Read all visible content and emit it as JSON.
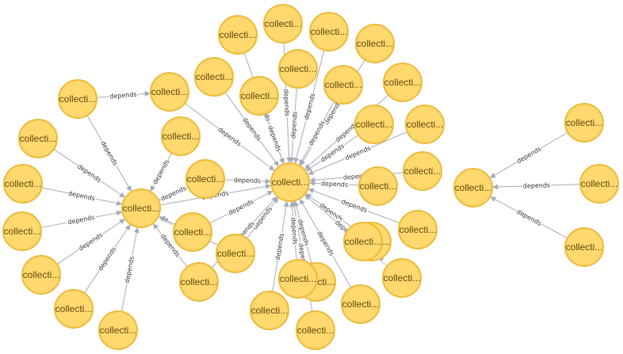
{
  "graph": {
    "node_label": "collecti...",
    "edge_label": "depends",
    "edge_label_short": "de...",
    "colors": {
      "node_fill": "#ffd86e",
      "node_stroke": "#edba39",
      "node_text": "#604a0e",
      "edge": "#a5abb6",
      "edge_text": "#333333"
    },
    "nodes": [
      {
        "id": "hubA",
        "label": "collecti..."
      },
      {
        "id": "hubB",
        "label": "collecti..."
      },
      {
        "id": "hubC",
        "label": "collecti..."
      },
      {
        "id": "n1",
        "label": "collecti..."
      },
      {
        "id": "n2",
        "label": "collecti..."
      },
      {
        "id": "n3",
        "label": "collecti..."
      },
      {
        "id": "n4",
        "label": "collecti..."
      },
      {
        "id": "n5",
        "label": "collecti..."
      },
      {
        "id": "n6",
        "label": "collecti..."
      },
      {
        "id": "n7",
        "label": "collecti..."
      },
      {
        "id": "n8",
        "label": "collecti..."
      },
      {
        "id": "n9",
        "label": "collecti..."
      },
      {
        "id": "n10",
        "label": "collecti..."
      },
      {
        "id": "n11",
        "label": "collecti..."
      },
      {
        "id": "n12",
        "label": "collecti..."
      },
      {
        "id": "n13",
        "label": "collecti..."
      },
      {
        "id": "n14",
        "label": "collecti..."
      },
      {
        "id": "n15",
        "label": "collecti..."
      },
      {
        "id": "n16",
        "label": "collecti..."
      },
      {
        "id": "n17",
        "label": "collecti..."
      },
      {
        "id": "n18",
        "label": "collecti..."
      },
      {
        "id": "n19",
        "label": "collecti..."
      },
      {
        "id": "n20",
        "label": "collecti..."
      },
      {
        "id": "n21",
        "label": "collecti..."
      },
      {
        "id": "n22",
        "label": "collecti..."
      },
      {
        "id": "n23",
        "label": "collecti..."
      },
      {
        "id": "n24",
        "label": "collecti..."
      },
      {
        "id": "n25",
        "label": "collecti..."
      },
      {
        "id": "n26",
        "label": "collecti..."
      },
      {
        "id": "n27",
        "label": "collecti..."
      },
      {
        "id": "n28",
        "label": "collecti..."
      },
      {
        "id": "n29",
        "label": "collecti..."
      },
      {
        "id": "n30",
        "label": "collecti..."
      },
      {
        "id": "n31",
        "label": "collecti..."
      },
      {
        "id": "n32",
        "label": "collecti..."
      },
      {
        "id": "n33",
        "label": "collecti..."
      },
      {
        "id": "n34",
        "label": "collecti..."
      },
      {
        "id": "n35",
        "label": "collecti..."
      },
      {
        "id": "n36",
        "label": "collecti..."
      },
      {
        "id": "n37",
        "label": "collecti..."
      },
      {
        "id": "n38",
        "label": "collecti..."
      }
    ],
    "edges": [
      {
        "from": "n1",
        "to": "n4",
        "label": "depends"
      },
      {
        "from": "n1",
        "to": "hubA",
        "label": "depends"
      },
      {
        "from": "n2",
        "to": "hubA",
        "label": "depends"
      },
      {
        "from": "n3",
        "to": "hubA",
        "label": "depends"
      },
      {
        "from": "n5",
        "to": "hubA",
        "label": "depends"
      },
      {
        "from": "n6",
        "to": "hubA",
        "label": "depends"
      },
      {
        "from": "n7",
        "to": "hubA",
        "label": "depends"
      },
      {
        "from": "n8",
        "to": "hubA",
        "label": "depends"
      },
      {
        "from": "n9",
        "to": "hubA",
        "label": "depends"
      },
      {
        "from": "n15",
        "to": "hubA",
        "label": "depends"
      },
      {
        "from": "n16",
        "to": "hubA",
        "label": "de..."
      },
      {
        "from": "n17",
        "to": "hubA",
        "label": "depends"
      },
      {
        "from": "n18",
        "to": "hubA",
        "label": "depends"
      },
      {
        "from": "hubA",
        "to": "hubB",
        "label": "depends"
      },
      {
        "from": "n4",
        "to": "hubB",
        "label": "depends"
      },
      {
        "from": "n10",
        "to": "hubB",
        "label": "depends"
      },
      {
        "from": "n11",
        "to": "hubB",
        "label": "depends"
      },
      {
        "from": "n12",
        "to": "hubB",
        "label": "depends"
      },
      {
        "from": "n13",
        "to": "hubB",
        "label": "depends"
      },
      {
        "from": "n14",
        "to": "hubB",
        "label": "depends"
      },
      {
        "from": "n15",
        "to": "hubB",
        "label": "depends"
      },
      {
        "from": "n16",
        "to": "hubB",
        "label": "depends"
      },
      {
        "from": "n17",
        "to": "hubB",
        "label": "depends"
      },
      {
        "from": "n18",
        "to": "hubB",
        "label": "depends"
      },
      {
        "from": "n19",
        "to": "hubB",
        "label": "depends"
      },
      {
        "from": "n20",
        "to": "hubB",
        "label": "depends"
      },
      {
        "from": "n21",
        "to": "hubB",
        "label": "depends"
      },
      {
        "from": "n22",
        "to": "hubB",
        "label": "depends"
      },
      {
        "from": "n23",
        "to": "hubB",
        "label": "depends"
      },
      {
        "from": "n24",
        "to": "hubB",
        "label": "depends"
      },
      {
        "from": "n25",
        "to": "hubB",
        "label": "depends"
      },
      {
        "from": "n26",
        "to": "hubB",
        "label": "depends"
      },
      {
        "from": "n27",
        "to": "hubB",
        "label": "depends"
      },
      {
        "from": "n28",
        "to": "hubB",
        "label": "depends"
      },
      {
        "from": "n29",
        "to": "hubB",
        "label": "depends"
      },
      {
        "from": "n30",
        "to": "hubB",
        "label": "depends"
      },
      {
        "from": "n31",
        "to": "hubB",
        "label": "depends"
      },
      {
        "from": "n32",
        "to": "hubB",
        "label": "depends"
      },
      {
        "from": "n33",
        "to": "hubB",
        "label": "depends"
      },
      {
        "from": "n34",
        "to": "n29",
        "label": "de..."
      },
      {
        "from": "n35",
        "to": "hubB",
        "label": "depends"
      },
      {
        "from": "n36",
        "to": "hubC",
        "label": "depends"
      },
      {
        "from": "n37",
        "to": "hubC",
        "label": "depends"
      },
      {
        "from": "n38",
        "to": "hubC",
        "label": "depends"
      }
    ]
  }
}
